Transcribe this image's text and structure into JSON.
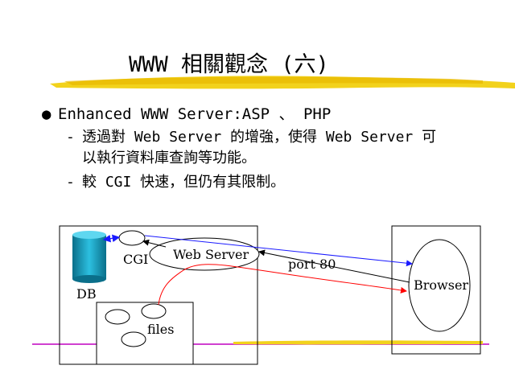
{
  "slide": {
    "title": "WWW 相關觀念 (六)",
    "bullet": "Enhanced WWW Server:ASP 、 PHP",
    "subs": [
      {
        "line1": "透過對 Web Server 的增強，使得 Web Server 可",
        "line2": "以執行資料庫查詢等功能。"
      },
      {
        "line1": "較 CGI 快速，但仍有其限制。"
      }
    ]
  },
  "diagram": {
    "labels": {
      "db": "DB",
      "cgi": "CGI",
      "web_server": "Web Server",
      "port": "port 80",
      "browser": "Browser",
      "files": "files"
    },
    "colors": {
      "blue_arrow": "#1a1aff",
      "red_line": "#ff0000",
      "db_cyan": "#1aa7c9",
      "brush_yellow": "#f0d000",
      "rule_magenta": "#c000c0"
    }
  }
}
